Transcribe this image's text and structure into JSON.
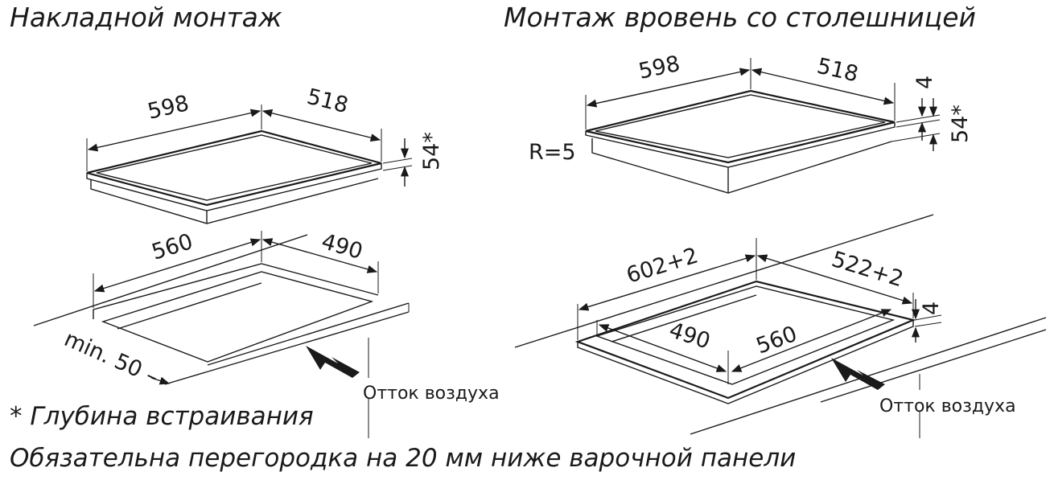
{
  "headings": {
    "surface_mount": "Накладной монтаж",
    "flush_mount": "Монтаж вровень со столешницей"
  },
  "surface_hob": {
    "width": "598",
    "depth": "518",
    "height": "54*"
  },
  "surface_cutout": {
    "width": "560",
    "depth": "490",
    "min_distance": "min. 50 –"
  },
  "flush_hob": {
    "width": "598",
    "depth": "518",
    "radius": "R=5",
    "rim": "4",
    "height": "54*"
  },
  "flush_cutout": {
    "outer_width": "602+2",
    "outer_depth": "522+2",
    "rebate": "4",
    "inner_depth": "490",
    "inner_width": "560"
  },
  "airflow": {
    "left": "Отток воздуха",
    "right": "Отток воздуха"
  },
  "notes": {
    "depth_note": "* Глубина встраивания",
    "partition_note": "Обязательна перегородка на 20 мм ниже варочной панели"
  }
}
